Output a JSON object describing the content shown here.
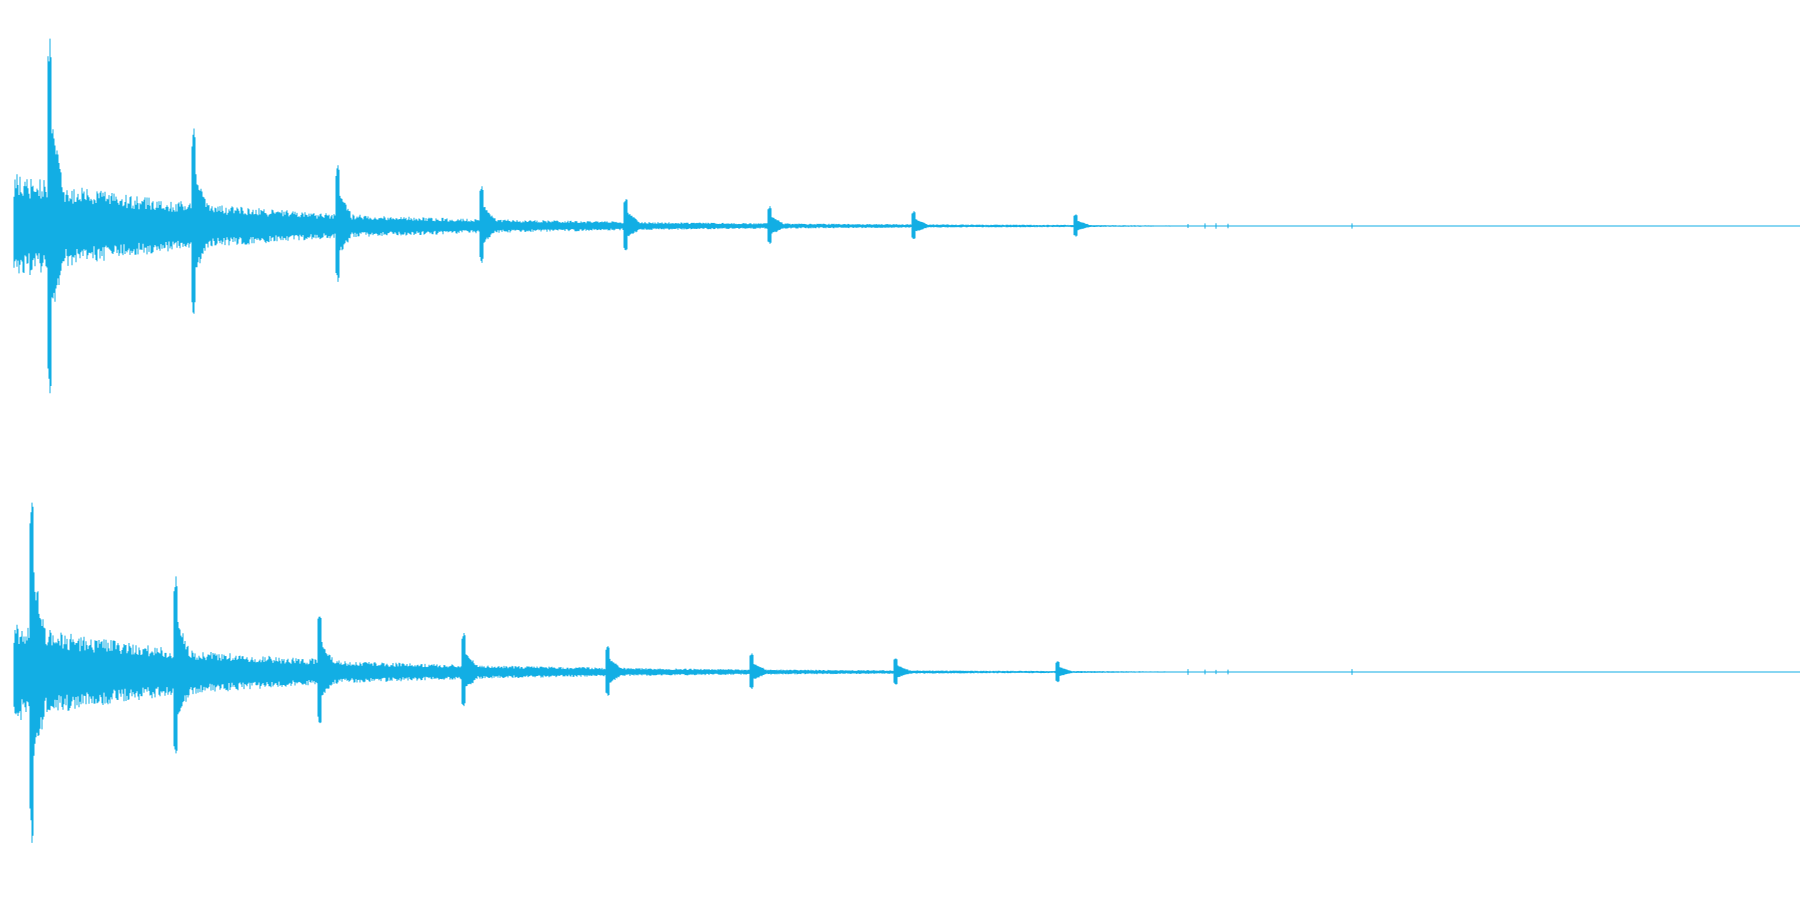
{
  "waveform": {
    "channel_count": 2,
    "colors": {
      "background": "#ffffff",
      "wave": "#12aee4",
      "center_line": "#12aee4"
    },
    "channels": [
      {
        "name": "",
        "transients": [
          0.02,
          0.1,
          0.18,
          0.26,
          0.34,
          0.42,
          0.5,
          0.59
        ]
      },
      {
        "name": "",
        "transients": [
          0.01,
          0.09,
          0.17,
          0.25,
          0.33,
          0.41,
          0.49,
          0.58
        ]
      }
    ]
  }
}
